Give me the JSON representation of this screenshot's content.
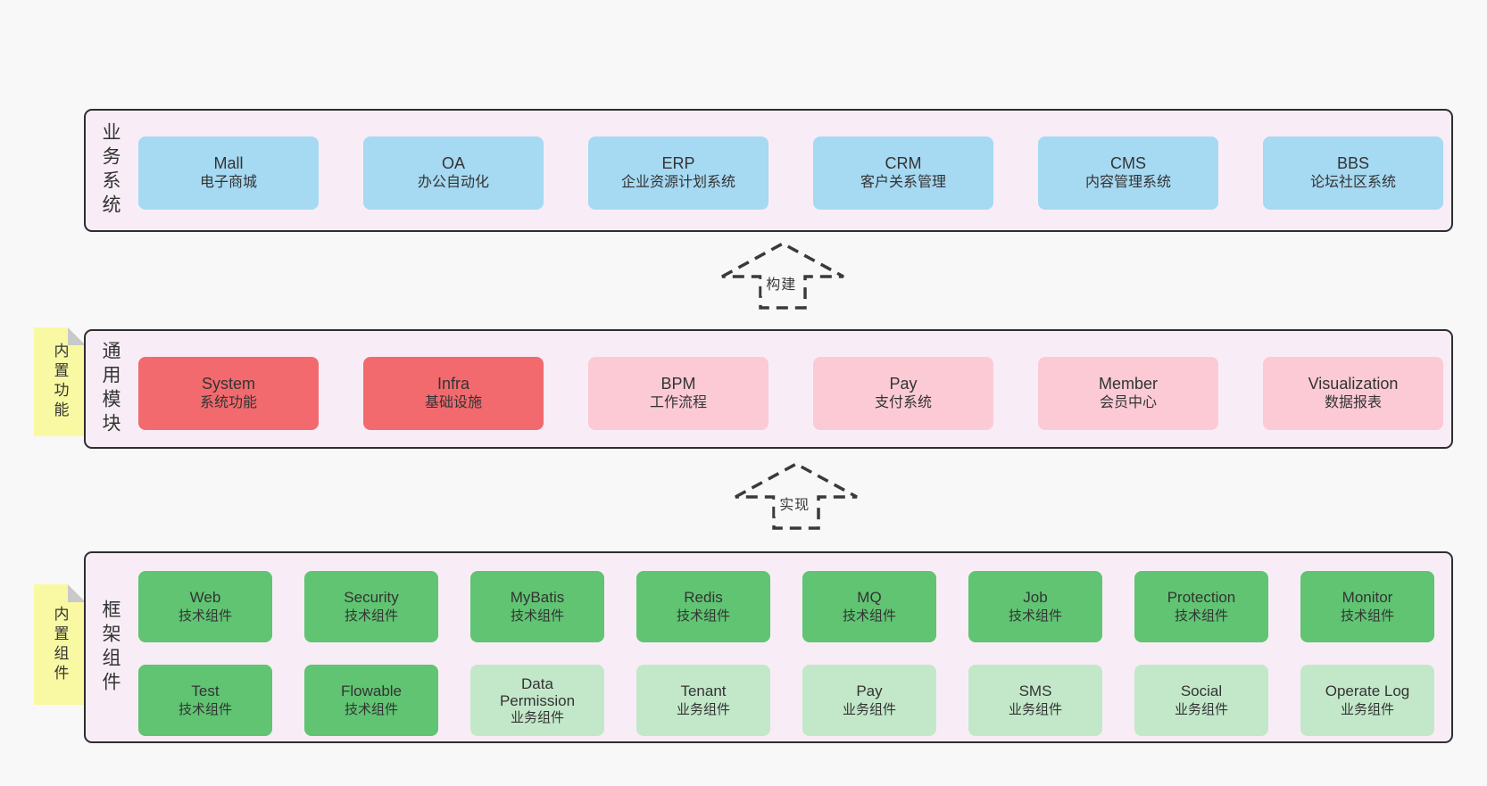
{
  "bands": {
    "business": {
      "label": "业务系统",
      "boxes": [
        {
          "name": "Mall",
          "desc": "电子商城"
        },
        {
          "name": "OA",
          "desc": "办公自动化"
        },
        {
          "name": "ERP",
          "desc": "企业资源计划系统"
        },
        {
          "name": "CRM",
          "desc": "客户关系管理"
        },
        {
          "name": "CMS",
          "desc": "内容管理系统"
        },
        {
          "name": "BBS",
          "desc": "论坛社区系统"
        }
      ]
    },
    "modules": {
      "label": "通用模块",
      "sticky": "内置功能",
      "boxes": [
        {
          "name": "System",
          "desc": "系统功能",
          "tone": "red"
        },
        {
          "name": "Infra",
          "desc": "基础设施",
          "tone": "red"
        },
        {
          "name": "BPM",
          "desc": "工作流程",
          "tone": "pink"
        },
        {
          "name": "Pay",
          "desc": "支付系统",
          "tone": "pink"
        },
        {
          "name": "Member",
          "desc": "会员中心",
          "tone": "pink"
        },
        {
          "name": "Visualization",
          "desc": "数据报表",
          "tone": "pink"
        }
      ]
    },
    "framework": {
      "label": "框架组件",
      "sticky": "内置组件",
      "row1": [
        {
          "name": "Web",
          "desc": "技术组件",
          "tone": "green"
        },
        {
          "name": "Security",
          "desc": "技术组件",
          "tone": "green"
        },
        {
          "name": "MyBatis",
          "desc": "技术组件",
          "tone": "green"
        },
        {
          "name": "Redis",
          "desc": "技术组件",
          "tone": "green"
        },
        {
          "name": "MQ",
          "desc": "技术组件",
          "tone": "green"
        },
        {
          "name": "Job",
          "desc": "技术组件",
          "tone": "green"
        },
        {
          "name": "Protection",
          "desc": "技术组件",
          "tone": "green"
        },
        {
          "name": "Monitor",
          "desc": "技术组件",
          "tone": "green"
        }
      ],
      "row2": [
        {
          "name": "Test",
          "desc": "技术组件",
          "tone": "green"
        },
        {
          "name": "Flowable",
          "desc": "技术组件",
          "tone": "green"
        },
        {
          "name": "Data Permission",
          "desc": "业务组件",
          "tone": "green-light"
        },
        {
          "name": "Tenant",
          "desc": "业务组件",
          "tone": "green-light"
        },
        {
          "name": "Pay",
          "desc": "业务组件",
          "tone": "green-light"
        },
        {
          "name": "SMS",
          "desc": "业务组件",
          "tone": "green-light"
        },
        {
          "name": "Social",
          "desc": "业务组件",
          "tone": "green-light"
        },
        {
          "name": "Operate Log",
          "desc": "业务组件",
          "tone": "green-light"
        }
      ]
    }
  },
  "arrows": {
    "build": "构建",
    "implement": "实现"
  },
  "colors": {
    "page_bg": "#f8f8f8",
    "band_bg": "#f8edf6",
    "band_border": "#2e2e2e",
    "box_blue": "#a6d9f2",
    "box_red": "#f26a6e",
    "box_pink": "#fbcad5",
    "box_green": "#60c472",
    "box_green_light": "#c2e8c9",
    "sticky_yellow": "#f9f9a3",
    "sticky_fold": "#c9c9c9",
    "text": "#333333",
    "arrow_dash": "#3a3a3a"
  }
}
